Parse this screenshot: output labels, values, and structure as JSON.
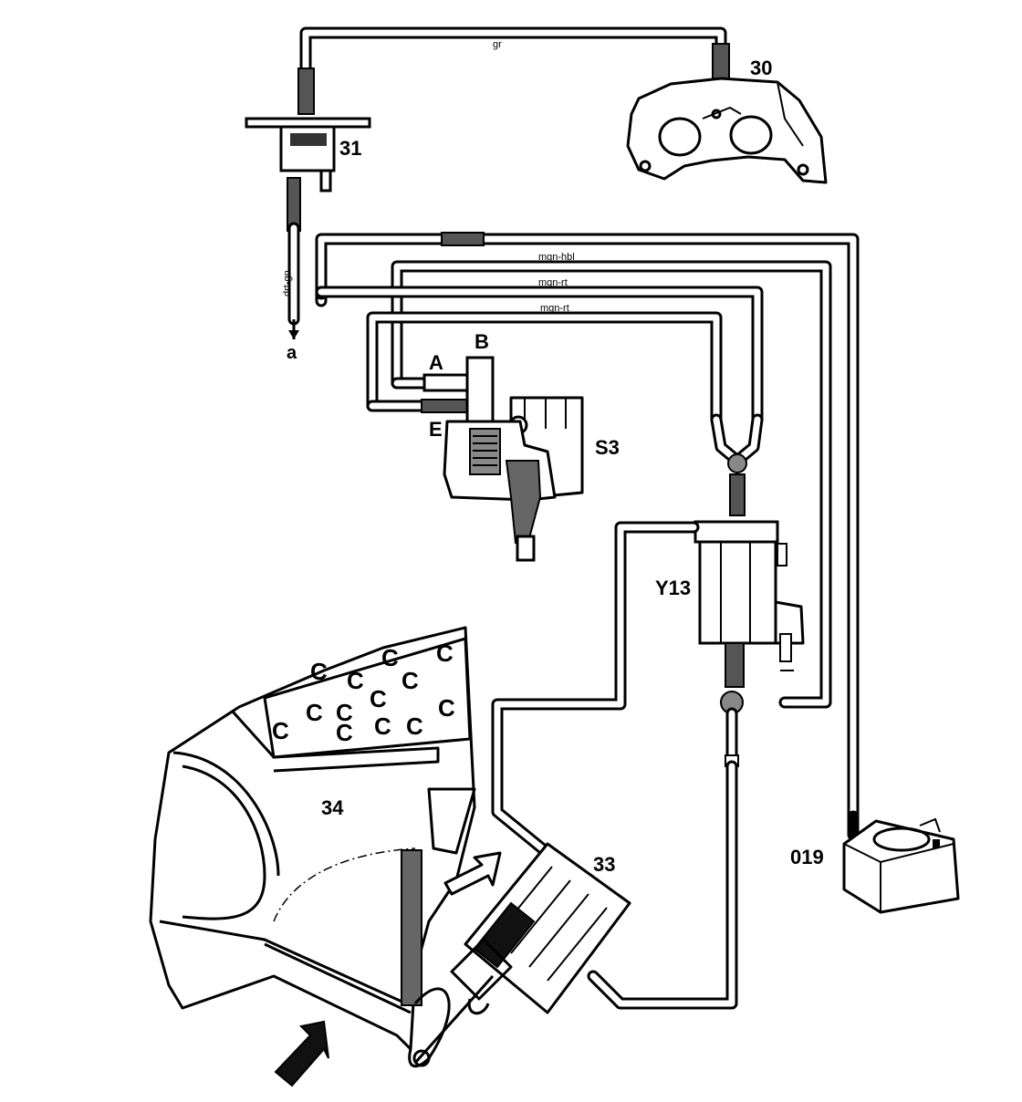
{
  "labels": {
    "c30": "30",
    "c31": "31",
    "s3": "S3",
    "y13": "Y13",
    "c34": "34",
    "c33": "33",
    "c019": "019",
    "a": "A",
    "b": "B",
    "e": "E",
    "a_lower": "a"
  },
  "hose_colors": {
    "top": "gr",
    "vertical": "drt-gn",
    "h1": "mgn-hbl",
    "h2": "mgn-rt",
    "h3": "mgn-rt"
  },
  "icons": [
    "arrow-icon",
    "arrow-outline-icon"
  ]
}
